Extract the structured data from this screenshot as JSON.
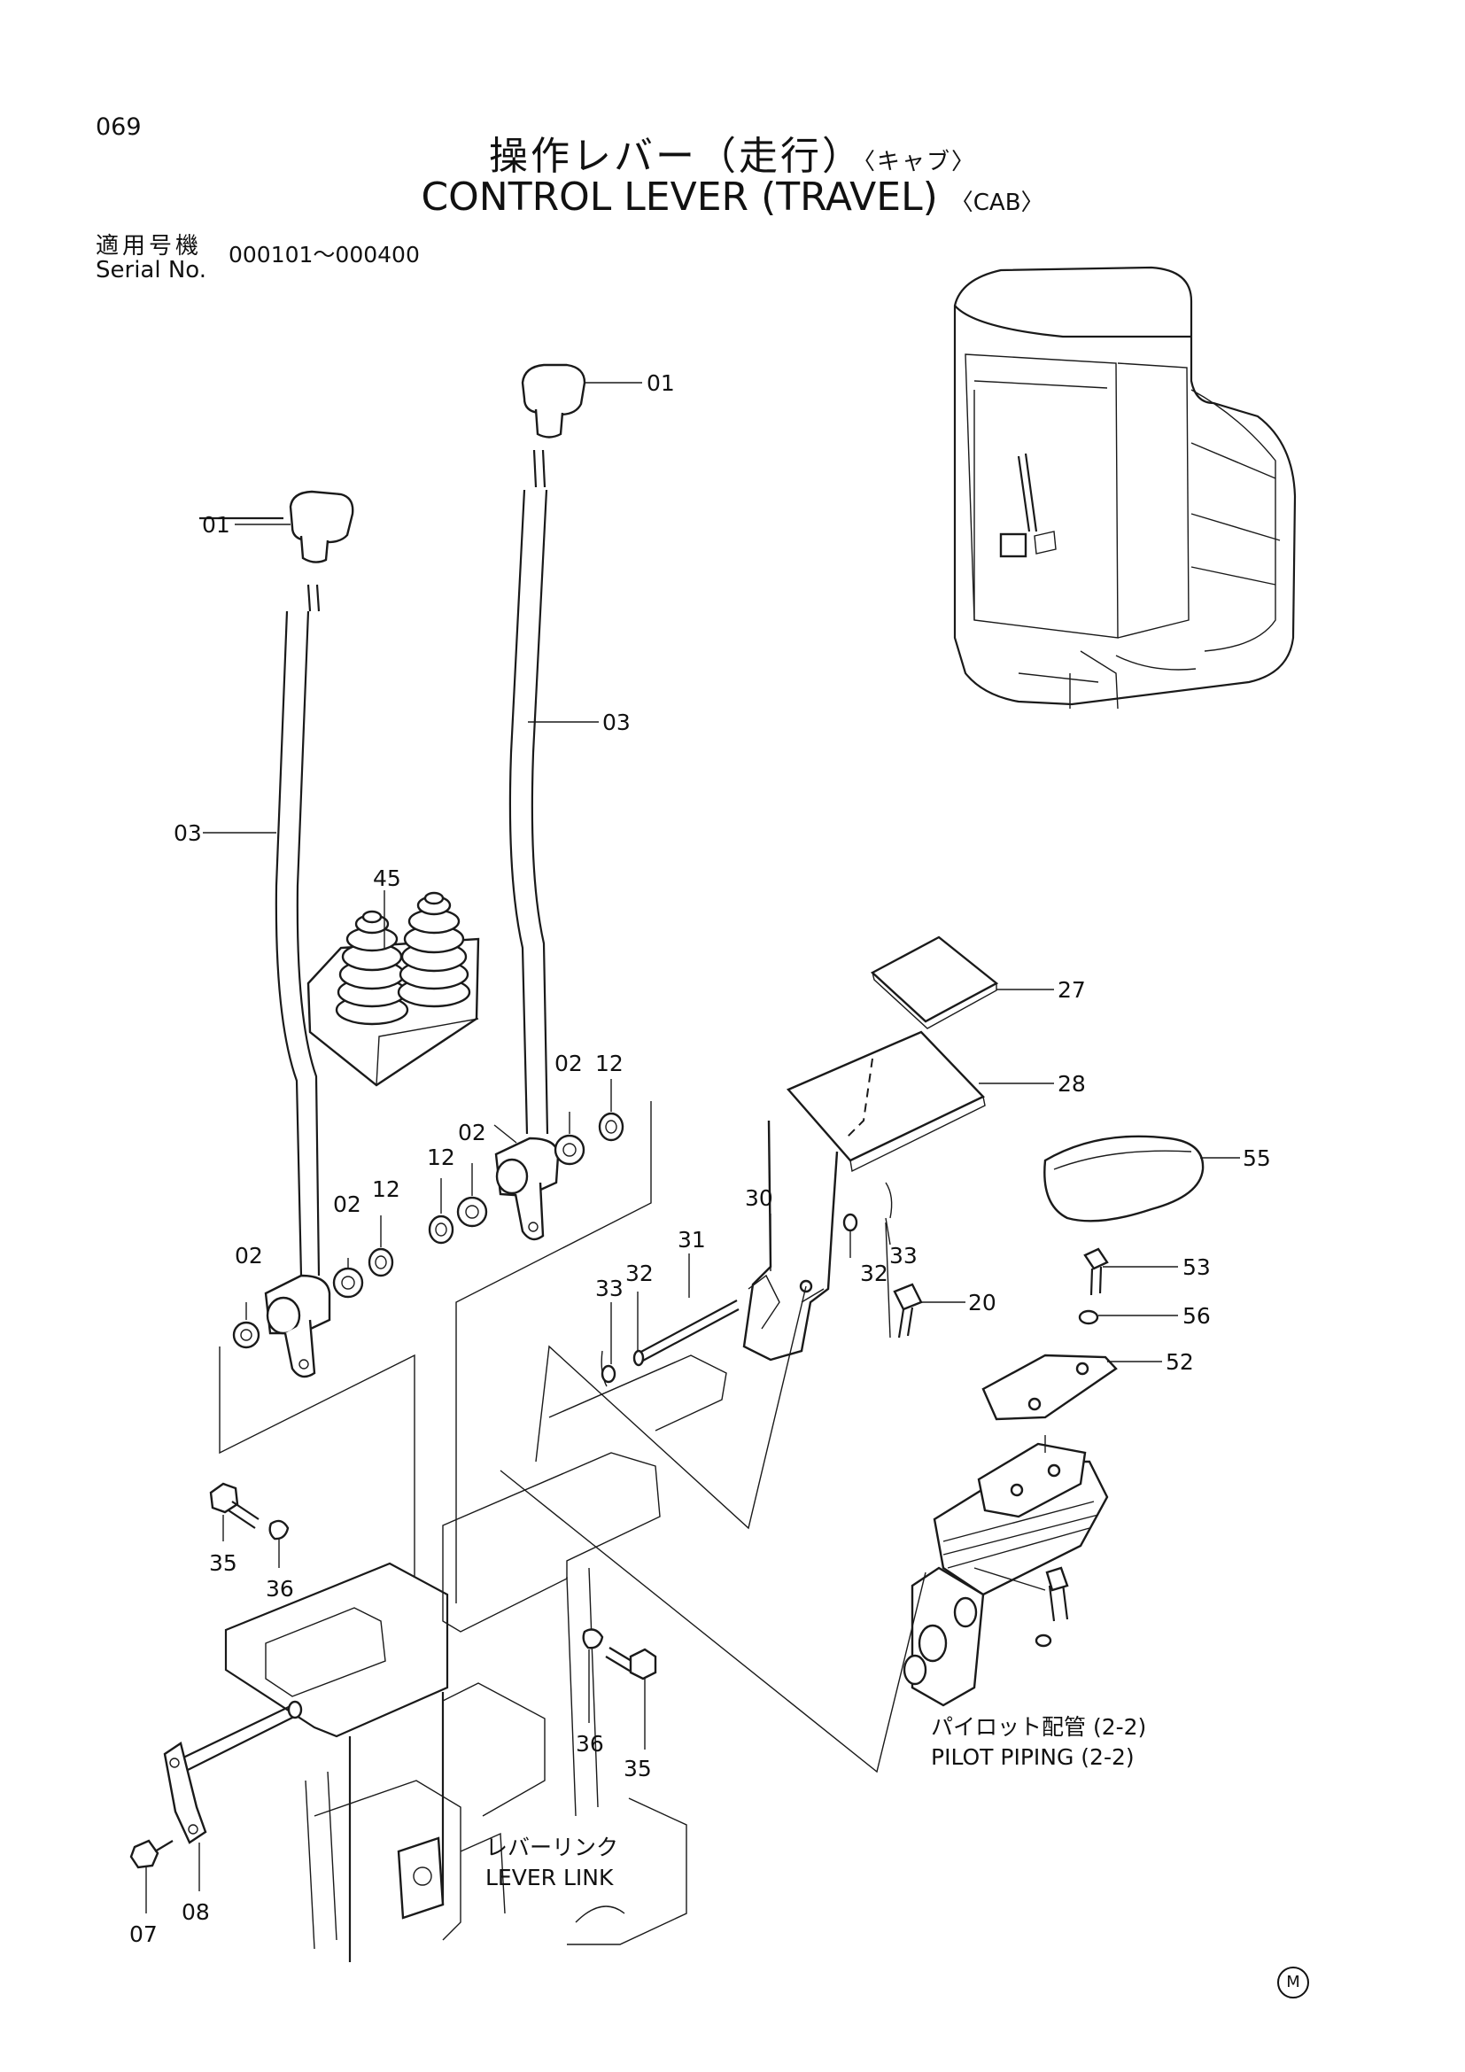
{
  "header": {
    "page_number": "069",
    "title_jp": "操作レバー（走行）",
    "title_jp_sub": "〈キャブ〉",
    "title_en": "CONTROL LEVER (TRAVEL)",
    "title_en_sub": "〈CAB〉",
    "serial_label_jp": "適用号機",
    "serial_label_en": "Serial No.",
    "serial_range": "000101～000400"
  },
  "callouts": {
    "c01a": "01",
    "c01b": "01",
    "c03a": "03",
    "c03b": "03",
    "c45": "45",
    "c02a": "02",
    "c02b": "02",
    "c02c": "02",
    "c02d": "02",
    "c12a": "12",
    "c12b": "12",
    "c12c": "12",
    "c27": "27",
    "c28": "28",
    "c55": "55",
    "c30": "30",
    "c31": "31",
    "c32a": "32",
    "c32b": "32",
    "c33a": "33",
    "c33b": "33",
    "c20": "20",
    "c53": "53",
    "c56": "56",
    "c52": "52",
    "c35a": "35",
    "c35b": "35",
    "c36a": "36",
    "c36b": "36",
    "c07": "07",
    "c08": "08"
  },
  "references": {
    "pilot_piping_jp": "パイロット配管 (2-2)",
    "pilot_piping_en": "PILOT PIPING (2-2)",
    "lever_link_jp": "レバーリンク",
    "lever_link_en": "LEVER LINK"
  },
  "footer": {
    "mark": "M"
  }
}
